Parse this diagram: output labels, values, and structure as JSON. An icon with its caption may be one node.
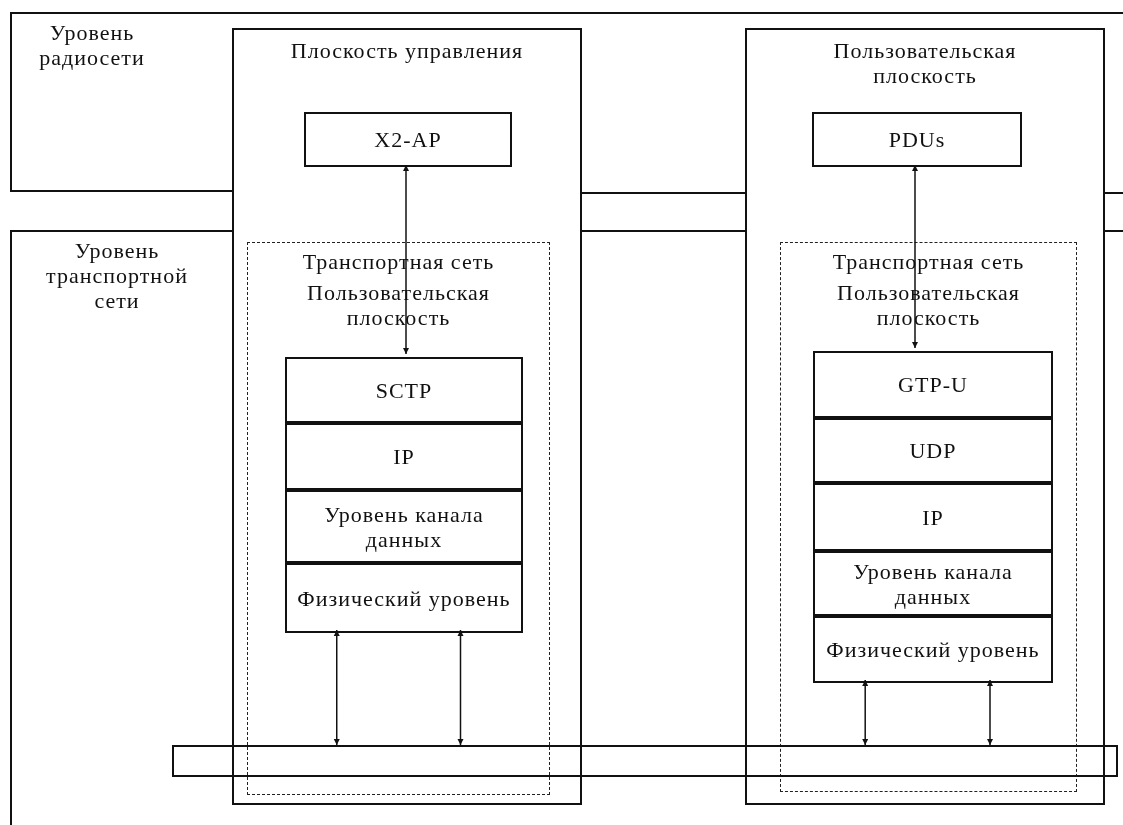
{
  "diagram": {
    "nodes": [
      {
        "text": [
          "Уровень радиосети"
        ]
      },
      {
        "text": [
          "Уровень транспортной сети"
        ]
      },
      {
        "text": [
          "Плоскость управления"
        ]
      },
      {
        "text": [
          "X2-AP"
        ],
        "in": 2
      },
      {
        "text": [
          "Транспортная сеть",
          "Пользовательская плоскость"
        ],
        "in": 2
      },
      {
        "text": [
          "SCTP"
        ],
        "in": 4
      },
      {
        "text": [
          "IP"
        ],
        "in": 4
      },
      {
        "text": [
          "Уровень канала данных"
        ],
        "in": 4
      },
      {
        "text": [
          "Физический уровень"
        ],
        "in": 4
      },
      {
        "text": [
          "Пользовательская плоскость"
        ]
      },
      {
        "text": [
          "PDUs"
        ],
        "in": 9
      },
      {
        "text": [
          "Транспортная сеть",
          "Пользовательская плоскость"
        ],
        "in": 9
      },
      {
        "text": [
          "GTP-U"
        ],
        "in": 11
      },
      {
        "text": [
          "UDP"
        ],
        "in": 11
      },
      {
        "text": [
          "IP"
        ],
        "in": 11
      },
      {
        "text": [
          "Уровень канала данных"
        ],
        "in": 11
      },
      {
        "text": [
          "Физический уровень"
        ],
        "in": 11
      },
      {
        "text": [],
        "shape": "bar"
      }
    ],
    "edges": [
      {
        "from": 3,
        "to": 5,
        "arrow": "both"
      },
      {
        "from": 10,
        "to": 12,
        "arrow": "both"
      },
      {
        "from": 8,
        "to": 17,
        "arrow": "both"
      },
      {
        "from": 8,
        "to": 17,
        "arrow": "both"
      },
      {
        "from": 16,
        "to": 17,
        "arrow": "both"
      },
      {
        "from": 16,
        "to": 17,
        "arrow": "both"
      }
    ]
  }
}
